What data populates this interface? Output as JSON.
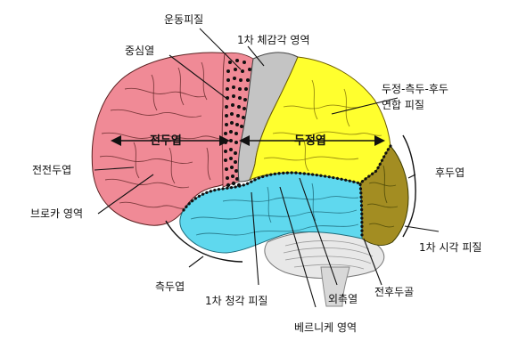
{
  "labels": {
    "motor_cortex": "운동피질",
    "primary_somatosensory": "1차 체감각 영역",
    "central_sulcus": "중심열",
    "parieto_temporo_occipital": "두정-측두-후두",
    "association_cortex": "연합 피질",
    "frontal_lobe": "전두엽",
    "parietal_lobe": "두정엽",
    "prefrontal": "전전두엽",
    "occipital_lobe": "후두엽",
    "broca": "브로카 영역",
    "primary_visual": "1차 시각 피질",
    "temporal_lobe": "측두엽",
    "preoccipital_notch": "전후두골",
    "lateral_sulcus": "외측열",
    "primary_auditory": "1차 청각 피질",
    "wernicke": "베르니케 영역"
  },
  "colors": {
    "frontal": "#f08a96",
    "motor": "#f08a96",
    "somatosensory": "#c4c4c4",
    "parietal": "#ffff2e",
    "occipital": "#a38d22",
    "temporal": "#5fd8ee",
    "cerebellum": "#e6e6e6"
  }
}
